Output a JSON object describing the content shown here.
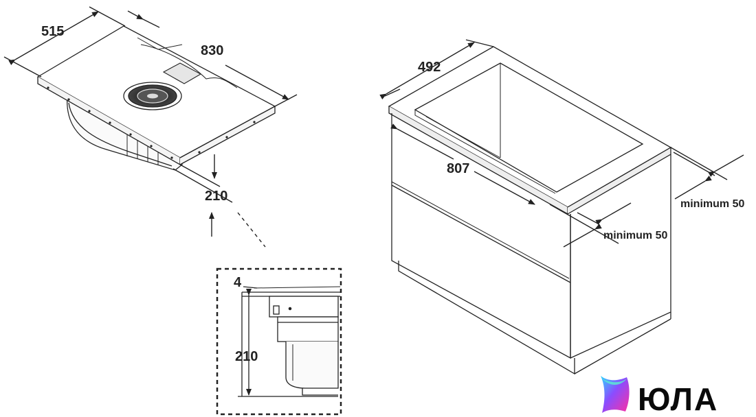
{
  "hob": {
    "width_label": "515",
    "length_label": "830",
    "height_label": "210"
  },
  "detail": {
    "thickness_label": "4",
    "height_label": "210"
  },
  "cabinet": {
    "depth_label": "492",
    "cutout_label": "807",
    "clearance_front_label": "minimum 50",
    "clearance_side_label": "minimum 50"
  },
  "brand": {
    "name": "ЮЛА",
    "colors": [
      "#ff2fa0",
      "#8a4dff",
      "#2fd6ff",
      "#5af0d0"
    ]
  }
}
